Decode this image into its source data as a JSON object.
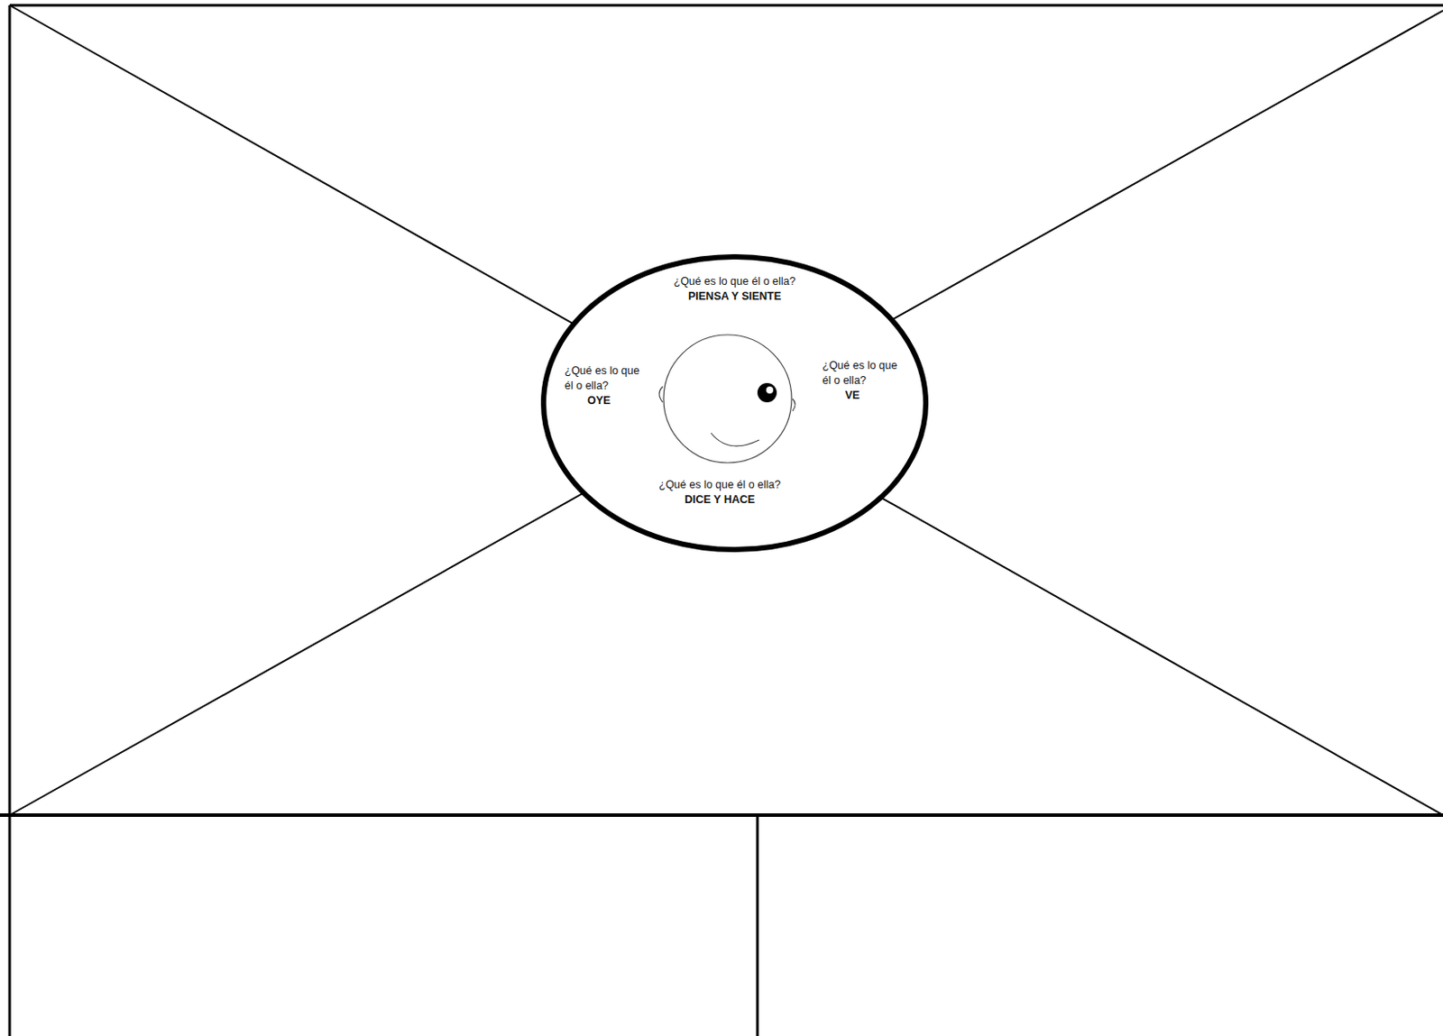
{
  "diagram": {
    "nodes": [
      {
        "text": [
          "¿Qué es lo que él o ella?",
          "PIENSA Y SIENTE",
          "¿Qué es lo que él o ella?",
          "OYE",
          "¿Qué es lo que él o ella?",
          "VE",
          "¿Qué es lo que él o ella?",
          "DICE Y HACE"
        ]
      }
    ],
    "edges": []
  }
}
